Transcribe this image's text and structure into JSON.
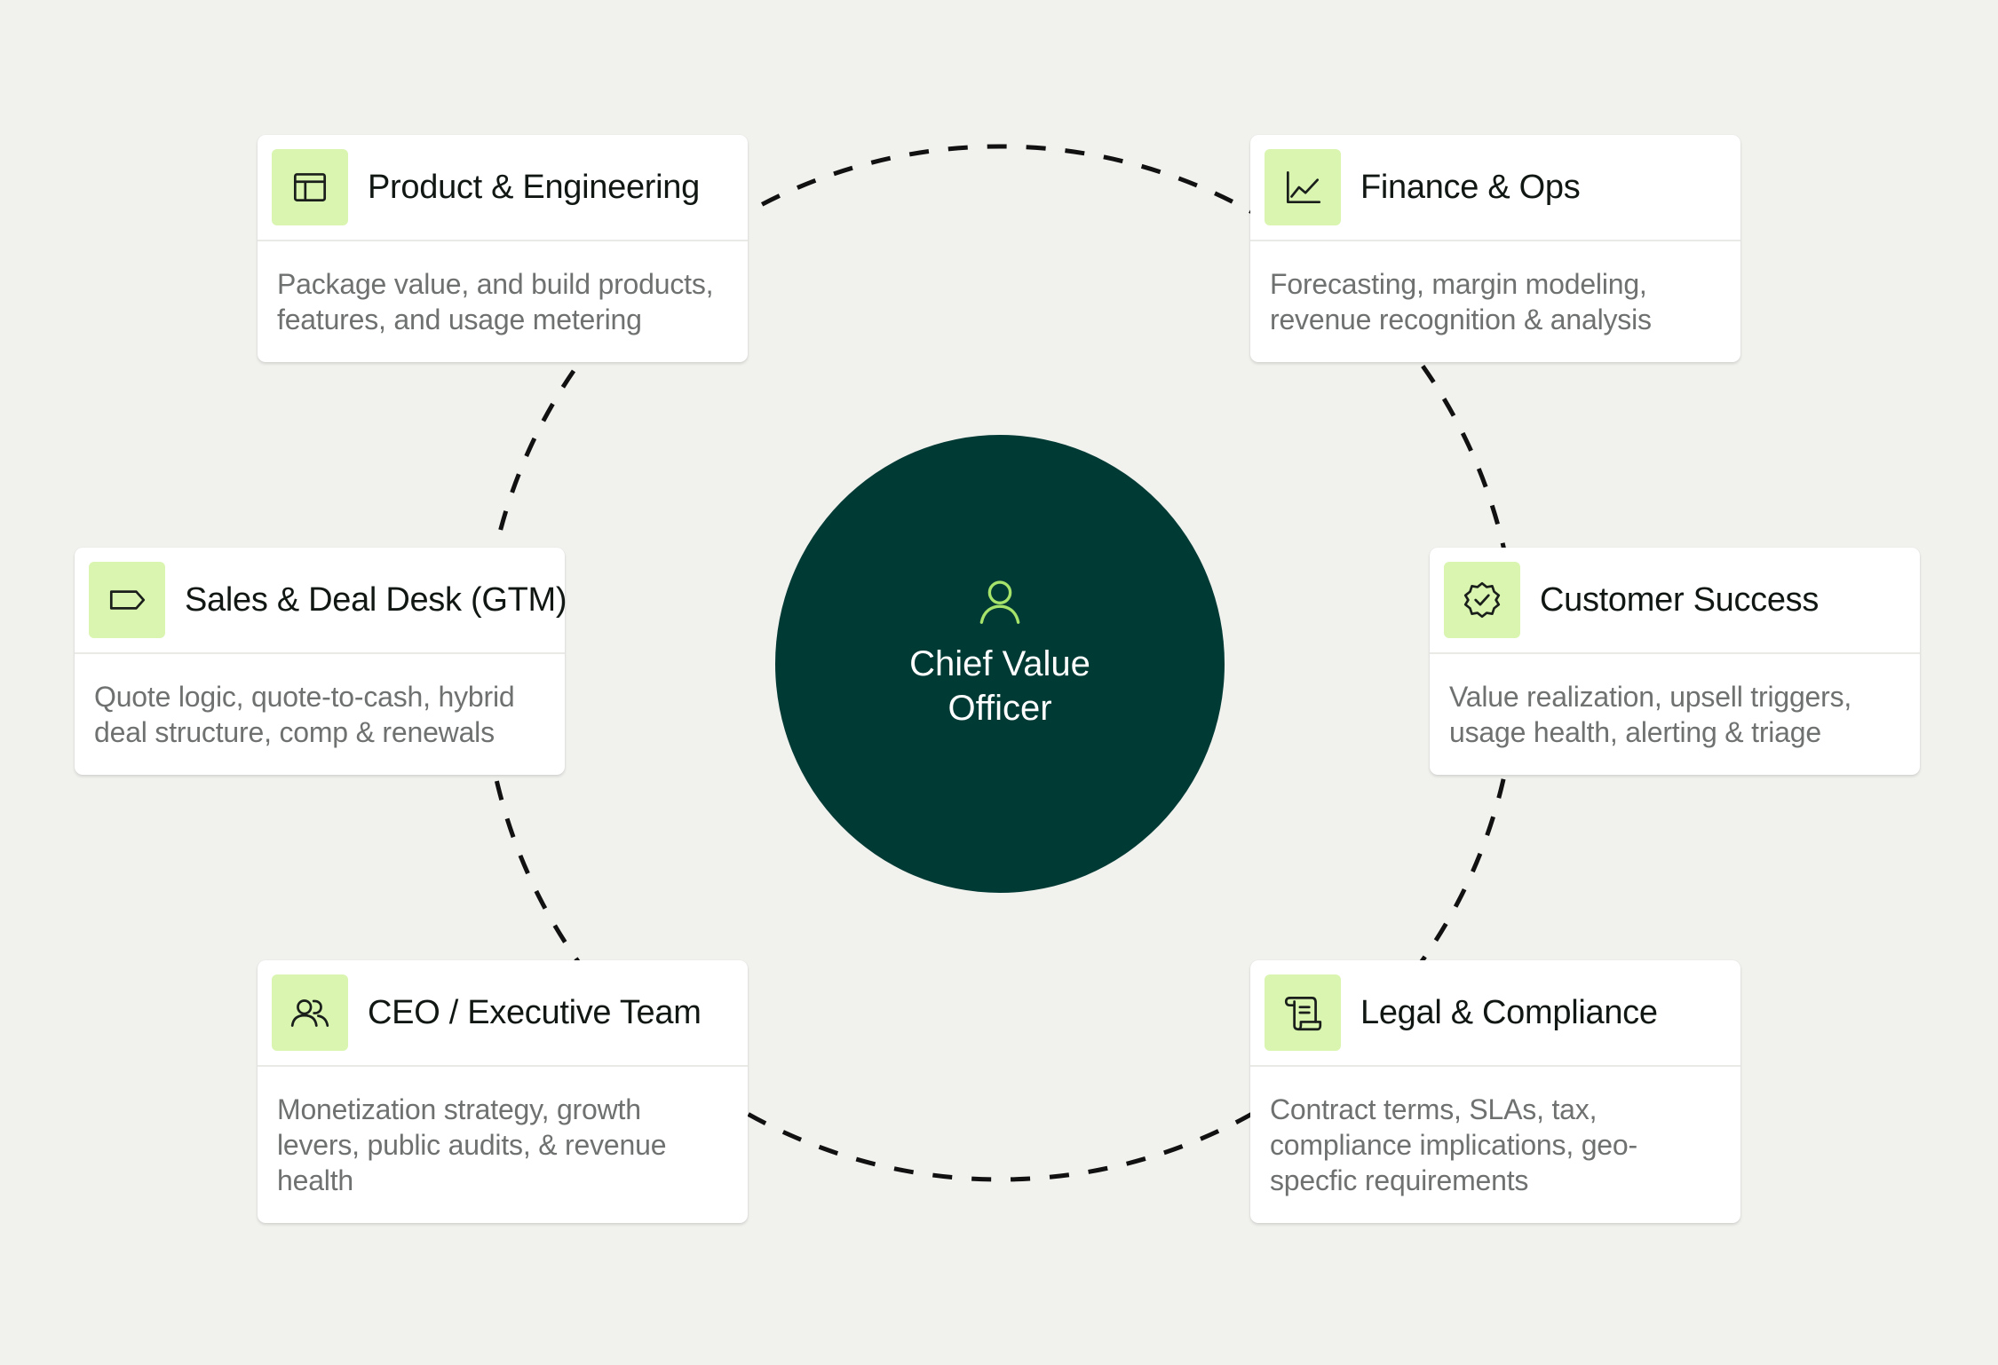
{
  "center": {
    "title": "Chief Value Officer",
    "icon": "user-icon"
  },
  "colors": {
    "background": "#f1f1ee",
    "center_fill": "#003a35",
    "icon_bg": "#d9f5b0",
    "center_icon": "#a6e36b",
    "body_text": "#6e716f",
    "title_text": "#111814"
  },
  "cards": [
    {
      "title": "Product & Engineering",
      "icon": "layout-icon",
      "description": "Package value, and build products, features, and usage metering"
    },
    {
      "title": "Finance & Ops",
      "icon": "line-chart-icon",
      "description": "Forecasting, margin modeling, revenue recognition & analysis"
    },
    {
      "title": "Sales & Deal Desk (GTM)",
      "icon": "tag-icon",
      "description": "Quote logic, quote-to-cash, hybrid deal structure, comp & renewals"
    },
    {
      "title": "Customer Success",
      "icon": "badge-check-icon",
      "description": "Value realization, upsell triggers, usage health, alerting & triage"
    },
    {
      "title": "CEO / Executive Team",
      "icon": "users-icon",
      "description": "Monetization strategy, growth levers, public audits, & revenue health"
    },
    {
      "title": "Legal & Compliance",
      "icon": "scroll-icon",
      "description": "Contract terms, SLAs, tax, compliance implications, geo-specfic requirements"
    }
  ]
}
